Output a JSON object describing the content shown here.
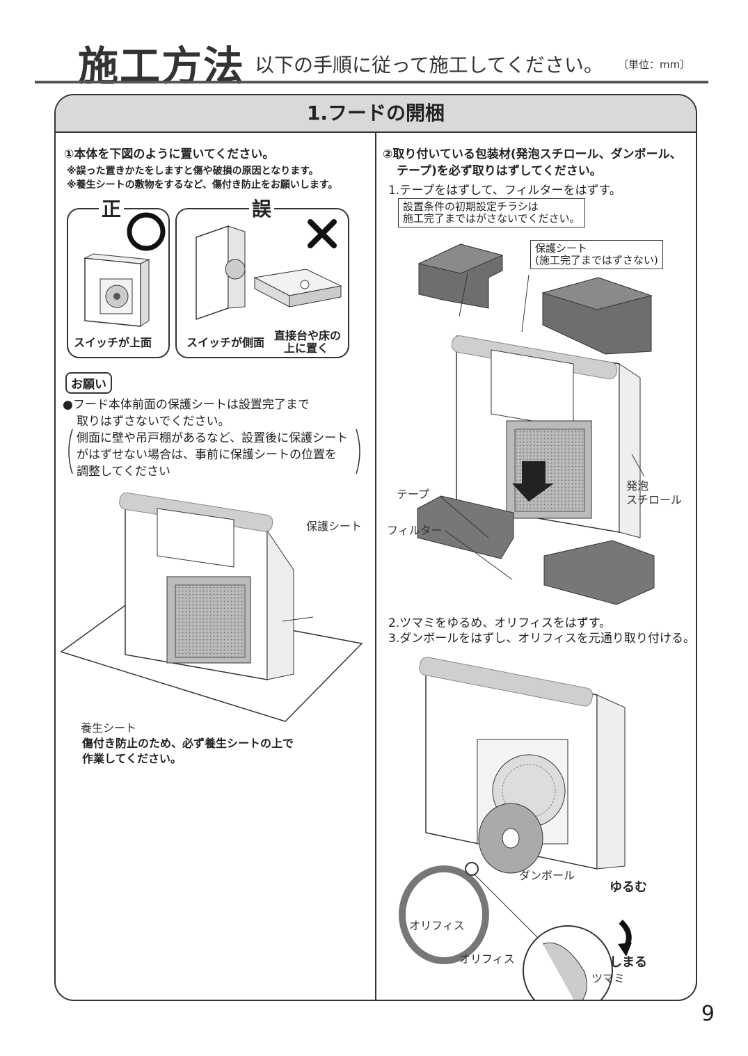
{
  "header": {
    "title": "施工方法",
    "subtitle": "以下の手順に従って施工してください。",
    "unit": "〔単位：mm〕"
  },
  "section": {
    "title": "1.フードの開梱"
  },
  "left": {
    "step": "①本体を下図のように置いてください。",
    "note1": "※誤った置きかたをしますと傷や破損の原因となります。",
    "note2": "※養生シートの敷物をするなど、傷付き防止をお願いします。",
    "correct_label": "正",
    "correct_caption": "スイッチが上面",
    "wrong_label": "誤",
    "wrong_caption1": "スイッチが側面",
    "wrong_caption2_line1": "直接台や床の",
    "wrong_caption2_line2": "上に置く",
    "request_title": "お願い",
    "request_line1": "●フード本体前面の保護シートは設置完了まで",
    "request_line2": "取りはずさないでください。",
    "request_line3": "側面に壁や吊戸棚があるなど、設置後に保護シート",
    "request_line4": "がはずせない場合は、事前に保護シートの位置を",
    "request_line5": "調整してください",
    "label_protect_sheet": "保護シート",
    "label_curing_sheet": "養生シート",
    "curing_note_line1": "傷付き防止のため、必ず養生シートの上で",
    "curing_note_line2": "作業してください。"
  },
  "right": {
    "step_line1": "②取り付いている包装材(発泡スチロール、ダンボール、",
    "step_line2": "テープ)を必ず取りはずしてください。",
    "sub1": "1.テープをはずして、フィルターをはずす。",
    "callout1_line1": "設置条件の初期設定チラシは",
    "callout1_line2": "施工完了まではがさないでください。",
    "callout2_line1": "保護シート",
    "callout2_line2": "(施工完了まではずさない)",
    "label_foam_line1": "発泡",
    "label_foam_line2": "スチロール",
    "label_tape": "テープ",
    "label_filter": "フィルター",
    "sub2": "2.ツマミをゆるめ、オリフィスをはずす。",
    "sub3": "3.ダンボールをはずし、オリフィスを元通り取り付ける。",
    "label_cardboard": "ダンボール",
    "label_loosen": "ゆるむ",
    "label_tighten": "しまる",
    "label_orifice1": "オリフィス",
    "label_orifice2": "オリフィス",
    "label_knob": "ツマミ"
  },
  "page_number": "9"
}
